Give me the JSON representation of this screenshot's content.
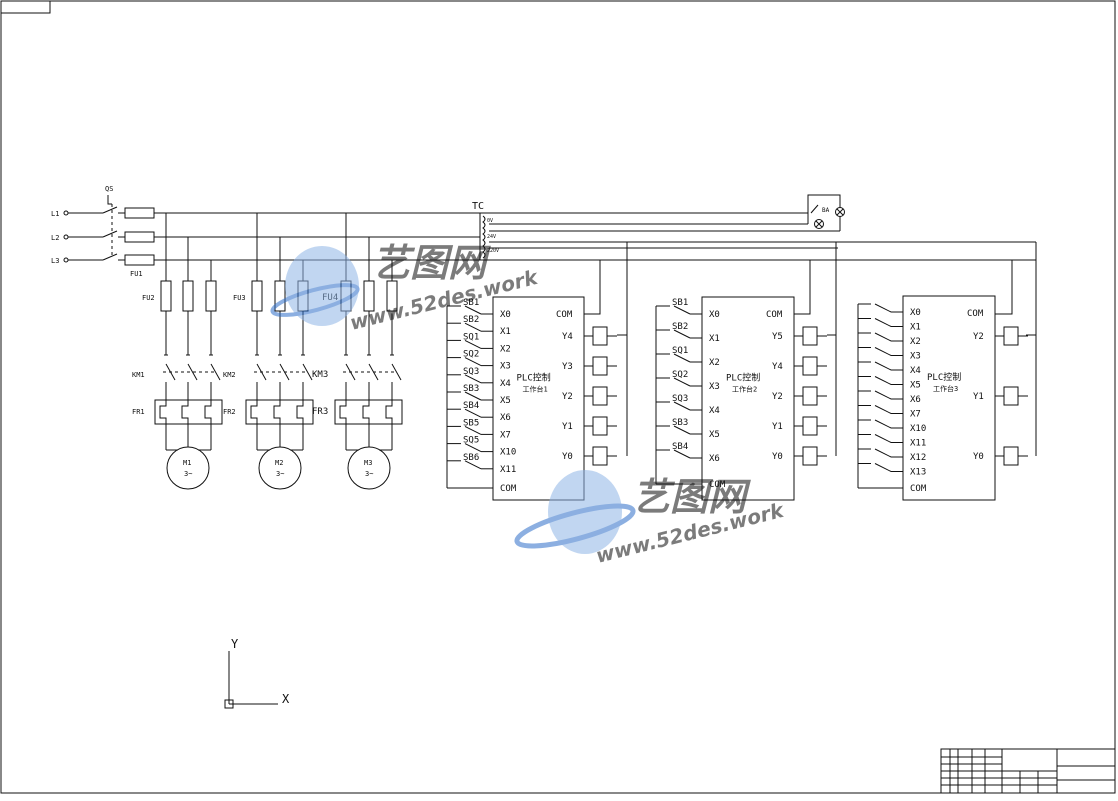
{
  "power": {
    "switch_label": "QS",
    "lines": [
      "L1",
      "L2",
      "L3"
    ],
    "main_fuse": "FU1",
    "transformer": "TC",
    "tc_taps": [
      "0V",
      "24V",
      "220V"
    ],
    "alarm_label": "BA"
  },
  "motors": [
    {
      "fuse": "FU2",
      "contactor": "KM1",
      "relay": "FR1",
      "name": "M1",
      "phase": "3~"
    },
    {
      "fuse": "FU3",
      "contactor": "KM2",
      "relay": "FR2",
      "name": "M2",
      "phase": "3~"
    },
    {
      "fuse": "FU4",
      "contactor": "KM3",
      "relay": "FR3",
      "name": "M3",
      "phase": "3~"
    }
  ],
  "plc1": {
    "title": "PLC控制",
    "subtitle": "工作台1",
    "inputs": [
      "X0",
      "X1",
      "X2",
      "X3",
      "X4",
      "X5",
      "X6",
      "X7",
      "X10",
      "X11"
    ],
    "input_devices": [
      "SB1",
      "SB2",
      "SQ1",
      "SQ2",
      "SQ3",
      "SB3",
      "SB4",
      "SB5",
      "SQ5",
      "SB6"
    ],
    "com_in": "COM",
    "com_out": "COM",
    "outputs": [
      "Y4",
      "Y3",
      "Y2",
      "Y1",
      "Y0"
    ]
  },
  "plc2": {
    "title": "PLC控制",
    "subtitle": "工作台2",
    "inputs": [
      "X0",
      "X1",
      "X2",
      "X3",
      "X4",
      "X5",
      "X6"
    ],
    "input_devices": [
      "SB1",
      "SB2",
      "SQ1",
      "SQ2",
      "SQ3",
      "SB3",
      "SB4"
    ],
    "com_in": "COM",
    "com_out": "COM",
    "outputs": [
      "Y5",
      "Y4",
      "Y2",
      "Y1",
      "Y0"
    ]
  },
  "plc3": {
    "title": "PLC控制",
    "subtitle": "工作台3",
    "inputs": [
      "X0",
      "X1",
      "X2",
      "X3",
      "X4",
      "X5",
      "X6",
      "X7",
      "X10",
      "X11",
      "X12",
      "X13"
    ],
    "com_in": "COM",
    "com_out": "COM",
    "outputs": [
      "Y2",
      "Y1",
      "Y0"
    ]
  },
  "ucs": {
    "x": "X",
    "y": "Y"
  },
  "watermark": {
    "brand": "艺图网",
    "url": "www.52des.work"
  },
  "colors": {
    "line": "#111111",
    "watermark": "#2f6fc9"
  }
}
